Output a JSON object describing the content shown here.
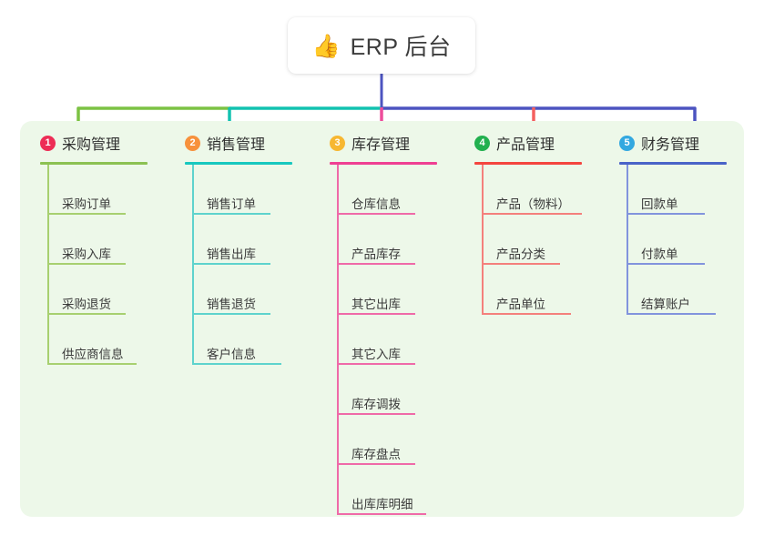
{
  "diagram": {
    "background_color": "#ffffff",
    "panel_color": "#edf8e9",
    "root": {
      "icon": "thumbs-up-icon",
      "icon_glyph": "👍",
      "title": "ERP 后台"
    },
    "connector_colors": {
      "trunk": "#4c54c0",
      "segment_green": "#7cc243",
      "segment_teal": "#12c2b0",
      "segment_blue": "#4c54c0",
      "drop_1": "#7cc243",
      "drop_2": "#12c2b0",
      "drop_3": "#ee4d9b",
      "drop_4": "#f4605f",
      "drop_5": "#4c54c0"
    },
    "columns": [
      {
        "number": "1",
        "title": "采购管理",
        "badge_color": "#ed2d56",
        "accent_color": "#8cc152",
        "line_color": "#a7d070",
        "items": [
          {
            "label": "采购订单"
          },
          {
            "label": "采购入库"
          },
          {
            "label": "采购退货"
          },
          {
            "label": "供应商信息"
          }
        ]
      },
      {
        "number": "2",
        "title": "销售管理",
        "badge_color": "#f7913c",
        "accent_color": "#17c8bf",
        "line_color": "#5ed3cd",
        "items": [
          {
            "label": "销售订单"
          },
          {
            "label": "销售出库"
          },
          {
            "label": "销售退货"
          },
          {
            "label": "客户信息"
          }
        ]
      },
      {
        "number": "3",
        "title": "库存管理",
        "badge_color": "#f7b731",
        "accent_color": "#ef3f92",
        "line_color": "#ef6aa8",
        "items": [
          {
            "label": "仓库信息"
          },
          {
            "label": "产品库存"
          },
          {
            "label": "其它出库"
          },
          {
            "label": "其它入库"
          },
          {
            "label": "库存调拨"
          },
          {
            "label": "库存盘点"
          },
          {
            "label": "出库库明细"
          }
        ]
      },
      {
        "number": "4",
        "title": "产品管理",
        "badge_color": "#22b04f",
        "accent_color": "#f4453f",
        "line_color": "#f4807c",
        "items": [
          {
            "label": "产品（物料）"
          },
          {
            "label": "产品分类"
          },
          {
            "label": "产品单位"
          }
        ]
      },
      {
        "number": "5",
        "title": "财务管理",
        "badge_color": "#33a8e0",
        "accent_color": "#4a63c8",
        "line_color": "#8294dd",
        "items": [
          {
            "label": "回款单"
          },
          {
            "label": "付款单"
          },
          {
            "label": "结算账户"
          }
        ]
      }
    ]
  }
}
